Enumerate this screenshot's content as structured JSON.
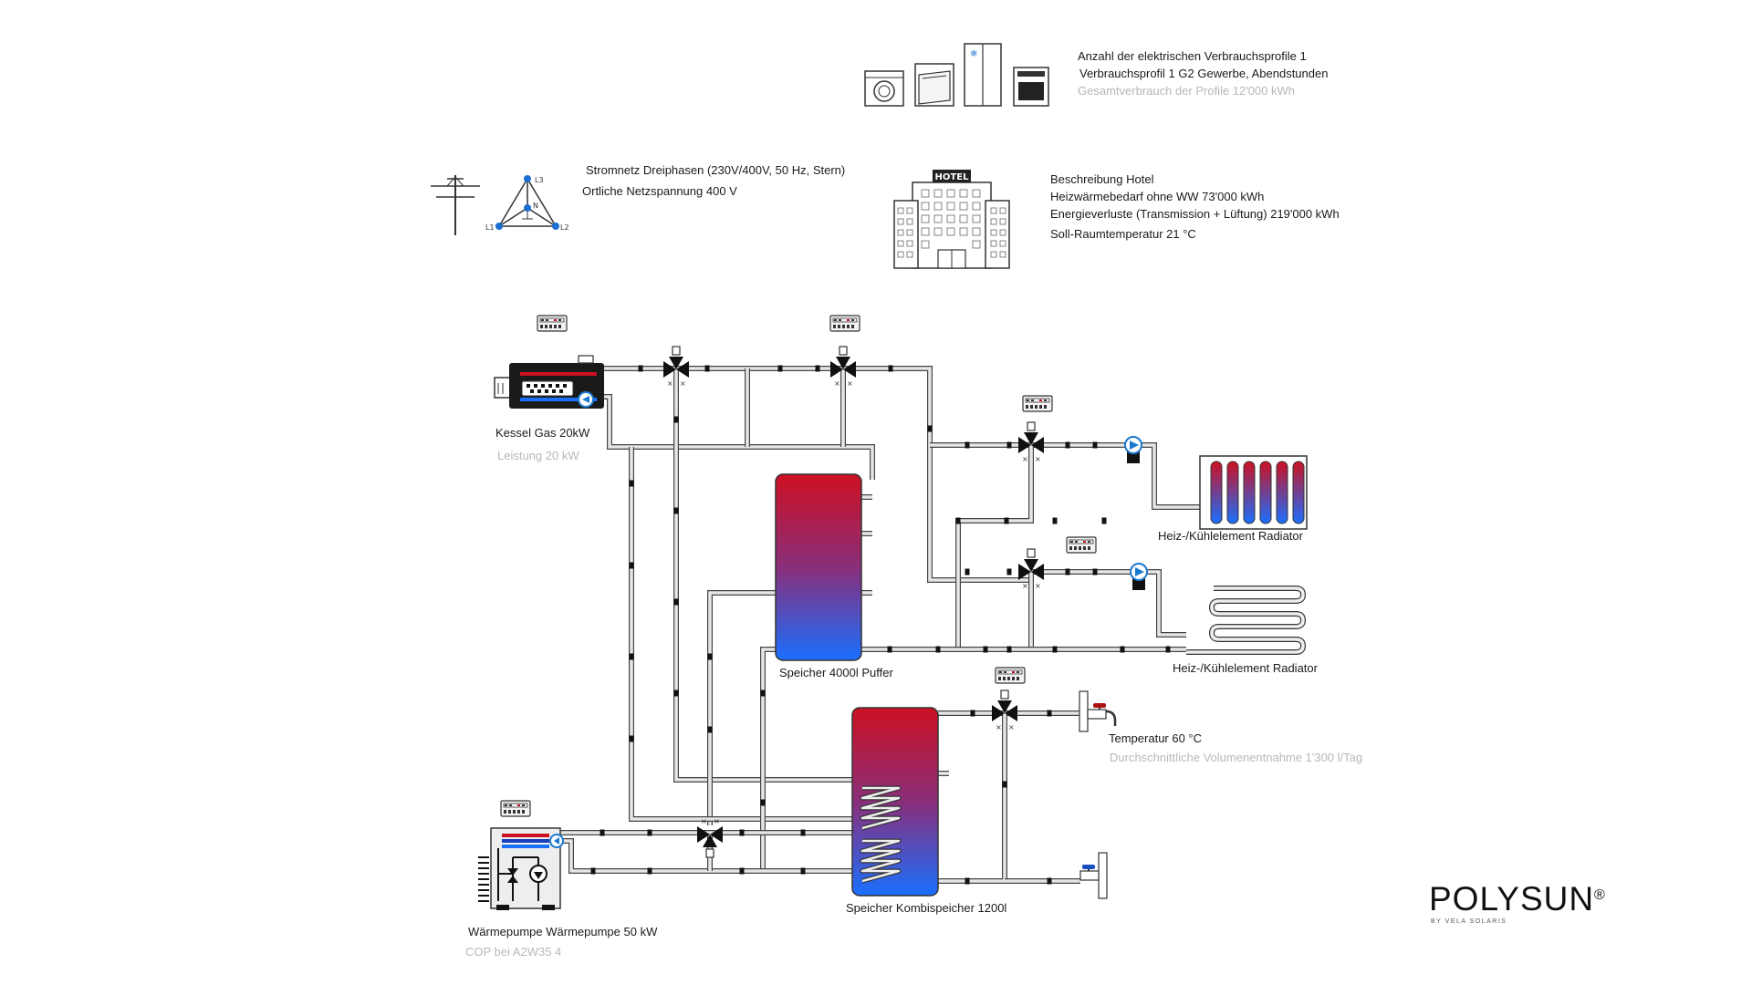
{
  "colors": {
    "hot": "#cc1122",
    "cold": "#1a6fff",
    "pipe": "#444444",
    "pump": "#1a7ad0"
  },
  "consumption": {
    "count_line": "Anzahl der elektrischen Verbrauchsprofile 1",
    "profile_line": "Verbrauchsprofil 1 G2 Gewerbe, Abendstunden",
    "total_line": "Gesamtverbrauch der Profile 12'000 kWh",
    "icons": [
      "washing-machine-icon",
      "dishwasher-icon",
      "fridge-icon",
      "oven-icon"
    ]
  },
  "grid": {
    "type_line": "Stromnetz Dreiphasen (230V/400V, 50 Hz, Stern)",
    "voltage_line": "Ortliche Netzspannung 400 V",
    "phase_labels": [
      "L3",
      "L1",
      "L2",
      "N"
    ]
  },
  "building": {
    "sign": "HOTEL",
    "title": "Beschreibung Hotel",
    "heat_demand": "Heizwärmebedarf ohne WW 73'000 kWh",
    "losses": "Energieverluste (Transmission + Lüftung) 219'000 kWh",
    "room_temp": "Soll-Raumtemperatur 21 °C"
  },
  "boiler": {
    "label": "Kessel Gas 20kW",
    "sub": "Leistung 20 kW"
  },
  "buffer": {
    "label": "Speicher 4000l Puffer"
  },
  "radiator1": {
    "label": "Heiz-/Kühlelement Radiator"
  },
  "radiator2": {
    "label": "Heiz-/Kühlelement Radiator"
  },
  "dhw": {
    "label": "Temperatur 60 °C",
    "sub": "Durchschnittliche Volumenentnahme 1'300 l/Tag"
  },
  "combi": {
    "label": "Speicher Kombispeicher 1200l"
  },
  "heatpump": {
    "label": "Wärmepumpe Wärmepumpe 50 kW",
    "sub": "COP bei A2W35 4"
  },
  "brand": {
    "name": "POLYSUN",
    "reg": "®",
    "tagline": "BY VELA SOLARIS"
  }
}
